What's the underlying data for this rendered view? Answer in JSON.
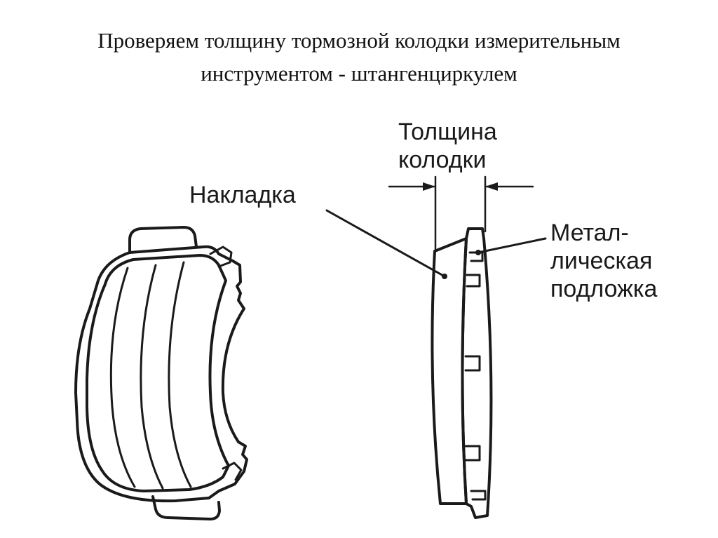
{
  "title": {
    "line1": "Проверяем толщину тормозной колодки измерительным",
    "line2": "инструментом - штангенциркулем"
  },
  "labels": {
    "thickness_line1": "Толщина",
    "thickness_line2": "колодки",
    "lining": "Накладка",
    "metal_line1": "Метал-",
    "metal_line2": "лическая",
    "metal_line3": "подложка"
  },
  "colors": {
    "ink": "#1a1a1a",
    "background": "#ffffff"
  }
}
